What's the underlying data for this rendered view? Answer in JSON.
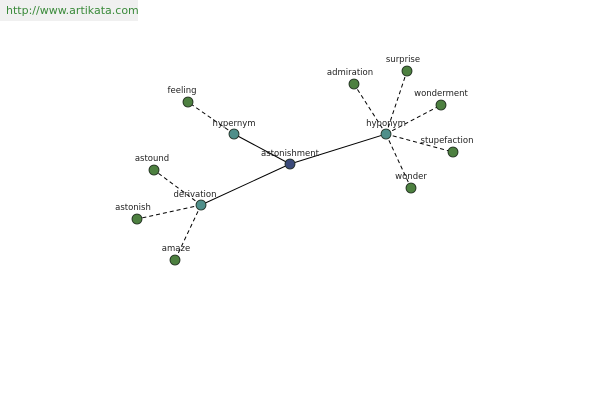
{
  "header": {
    "url": "http://www.artikata.com"
  },
  "colors": {
    "center_fill": "#3b4a7a",
    "relation_fill": "#4f8f8a",
    "leaf_fill": "#4d8040",
    "node_stroke": "#1e2a1e",
    "solid_edge": "#000000",
    "dashed_edge": "#000000",
    "url_text": "#3a8a3a"
  },
  "graph": {
    "nodes": [
      {
        "id": "astonishment",
        "label": "astonishment",
        "kind": "center"
      },
      {
        "id": "hypernym",
        "label": "hypernym",
        "kind": "relation"
      },
      {
        "id": "hyponym",
        "label": "hyponym",
        "kind": "relation"
      },
      {
        "id": "derivation",
        "label": "derivation",
        "kind": "relation"
      },
      {
        "id": "feeling",
        "label": "feeling",
        "kind": "leaf"
      },
      {
        "id": "admiration",
        "label": "admiration",
        "kind": "leaf"
      },
      {
        "id": "surprise",
        "label": "surprise",
        "kind": "leaf"
      },
      {
        "id": "wonderment",
        "label": "wonderment",
        "kind": "leaf"
      },
      {
        "id": "stupefaction",
        "label": "stupefaction",
        "kind": "leaf"
      },
      {
        "id": "wonder",
        "label": "wonder",
        "kind": "leaf"
      },
      {
        "id": "astound",
        "label": "astound",
        "kind": "leaf"
      },
      {
        "id": "astonish",
        "label": "astonish",
        "kind": "leaf"
      },
      {
        "id": "amaze",
        "label": "amaze",
        "kind": "leaf"
      }
    ],
    "edges": [
      {
        "from": "astonishment",
        "to": "hypernym",
        "style": "solid"
      },
      {
        "from": "astonishment",
        "to": "hyponym",
        "style": "solid"
      },
      {
        "from": "astonishment",
        "to": "derivation",
        "style": "solid"
      },
      {
        "from": "hypernym",
        "to": "feeling",
        "style": "dashed"
      },
      {
        "from": "hyponym",
        "to": "admiration",
        "style": "dashed"
      },
      {
        "from": "hyponym",
        "to": "surprise",
        "style": "dashed"
      },
      {
        "from": "hyponym",
        "to": "wonderment",
        "style": "dashed"
      },
      {
        "from": "hyponym",
        "to": "stupefaction",
        "style": "dashed"
      },
      {
        "from": "hyponym",
        "to": "wonder",
        "style": "dashed"
      },
      {
        "from": "derivation",
        "to": "astound",
        "style": "dashed"
      },
      {
        "from": "derivation",
        "to": "astonish",
        "style": "dashed"
      },
      {
        "from": "derivation",
        "to": "amaze",
        "style": "dashed"
      }
    ]
  }
}
